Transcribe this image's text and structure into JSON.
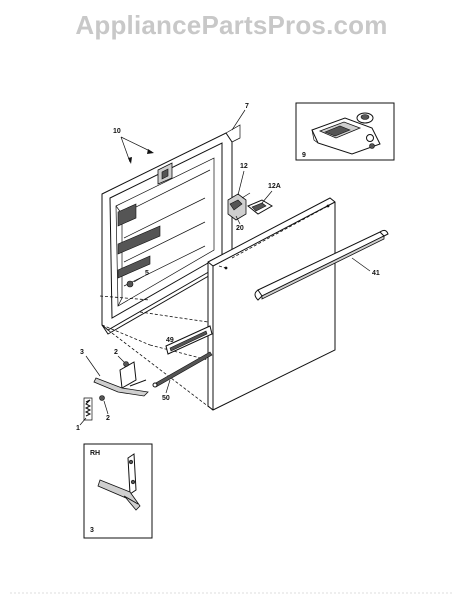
{
  "watermark": "AppliancePartsPros.com",
  "labels": {
    "p7": "7",
    "p10": "10",
    "p9": "9",
    "p12": "12",
    "p12a": "12A",
    "p20": "20",
    "p5": "5",
    "p41": "41",
    "p49": "49",
    "p3": "3",
    "p2a": "2",
    "p2b": "2",
    "p1": "1",
    "p50": "50",
    "rh": "RH",
    "p3inset": "3"
  }
}
